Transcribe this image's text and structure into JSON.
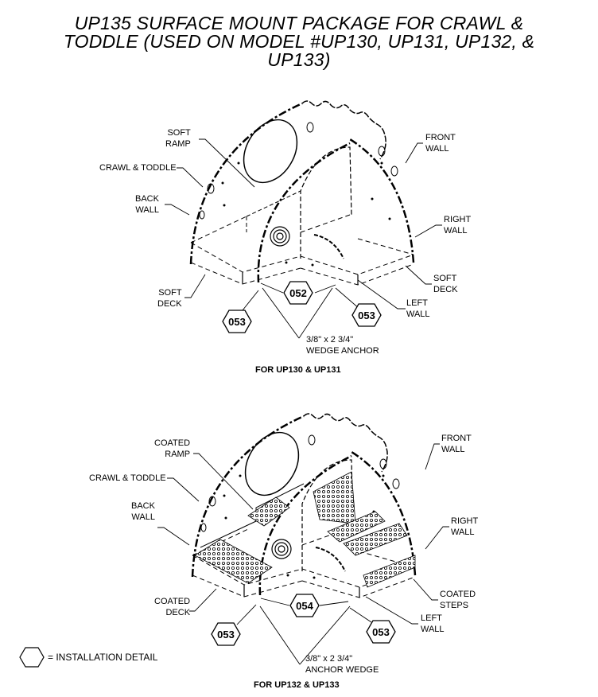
{
  "title": {
    "line1": "UP135 SURFACE MOUNT PACKAGE FOR CRAWL &",
    "line2": "TODDLE (USED ON MODEL #UP130, UP131, UP132, &",
    "line3": "UP133)"
  },
  "diagram1": {
    "labels": {
      "soft_ramp": [
        "SOFT",
        "RAMP"
      ],
      "crawl_toddle": "CRAWL & TODDLE",
      "back_wall": [
        "BACK",
        "WALL"
      ],
      "soft_deck_left": [
        "SOFT",
        "DECK"
      ],
      "front_wall": [
        "FRONT",
        "WALL"
      ],
      "right_wall": [
        "RIGHT",
        "WALL"
      ],
      "soft_deck_right": [
        "SOFT",
        "DECK"
      ],
      "left_wall": [
        "LEFT",
        "WALL"
      ],
      "anchor": [
        "3/8\" x 2 3/4\"",
        "WEDGE ANCHOR"
      ]
    },
    "details": [
      "052",
      "053",
      "053"
    ],
    "caption": "FOR UP130 & UP131"
  },
  "diagram2": {
    "labels": {
      "coated_ramp": [
        "COATED",
        "RAMP"
      ],
      "crawl_toddle": "CRAWL & TODDLE",
      "back_wall": [
        "BACK",
        "WALL"
      ],
      "coated_deck": [
        "COATED",
        "DECK"
      ],
      "front_wall": [
        "FRONT",
        "WALL"
      ],
      "right_wall": [
        "RIGHT",
        "WALL"
      ],
      "coated_steps": [
        "COATED",
        "STEPS"
      ],
      "left_wall": [
        "LEFT",
        "WALL"
      ],
      "anchor": [
        "3/8\" x 2 3/4\"",
        "ANCHOR WEDGE"
      ]
    },
    "details": [
      "054",
      "053",
      "053"
    ],
    "caption": "FOR UP132 & UP133"
  },
  "legend": {
    "text": "= INSTALLATION DETAIL"
  }
}
